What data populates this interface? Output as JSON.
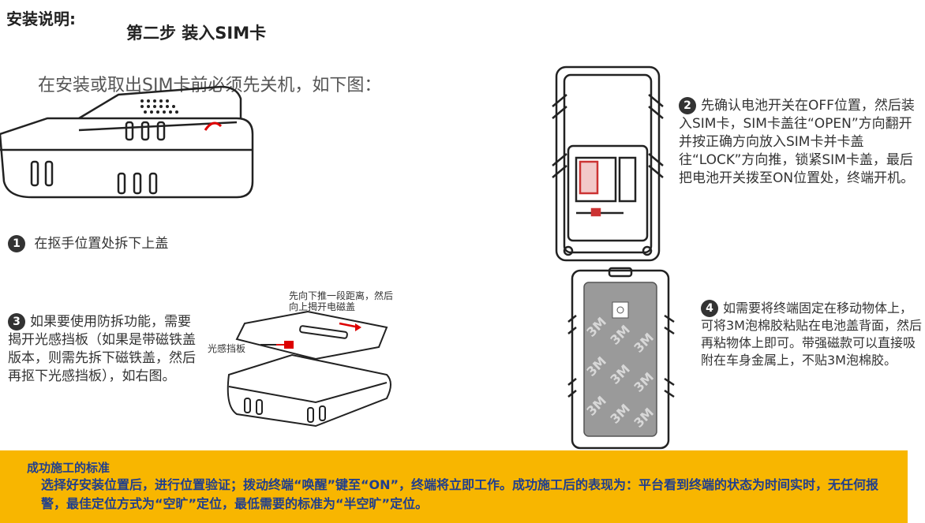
{
  "header": {
    "title": "安装说明:",
    "step": "第二步 装入SIM卡"
  },
  "intro": "在安装或取出SIM卡前必须先关机，如下图：",
  "steps": {
    "s1": {
      "num": "1",
      "text": "在抠手位置处拆下上盖"
    },
    "s2": {
      "num": "2",
      "text": "先确认电池开关在OFF位置，然后装入SIM卡，SIM卡盖往“OPEN”方向翻开并按正确方向放入SIM卡并卡盖往“LOCK”方向推，锁紧SIM卡盖，最后把电池开关拨至ON位置处，终端开机。"
    },
    "s3": {
      "num": "3",
      "text": "如果要使用防拆功能，需要揭开光感挡板（如果是带磁铁盖版本，则需先拆下磁铁盖，然后再抠下光感挡板），如右图。"
    },
    "s4": {
      "num": "4",
      "text": "如需要将终端固定在移动物体上，可将3M泡棉胶粘贴在电池盖背面，然后再粘物体上即可。带强磁款可以直接吸附在车身金属上，不贴3M泡棉胶。"
    }
  },
  "labels": {
    "push_note": "先向下推一段距离，然后向上揭开电磁盖",
    "light_shield": "光感挡板",
    "tape_text": "3M"
  },
  "footer": {
    "title": "成功施工的标准",
    "body": "选择好安装位置后，进行位置验证；拨动终端“唤醒”键至“ON”，终端将立即工作。成功施工后的表现为：平台看到终端的状态为时间实时，无任何报警，最佳定位方式为“空旷”定位，最低需要的标准为“半空旷”定位。"
  },
  "colors": {
    "footer_bg": "#f8b600",
    "footer_text": "#1f3e8e"
  }
}
